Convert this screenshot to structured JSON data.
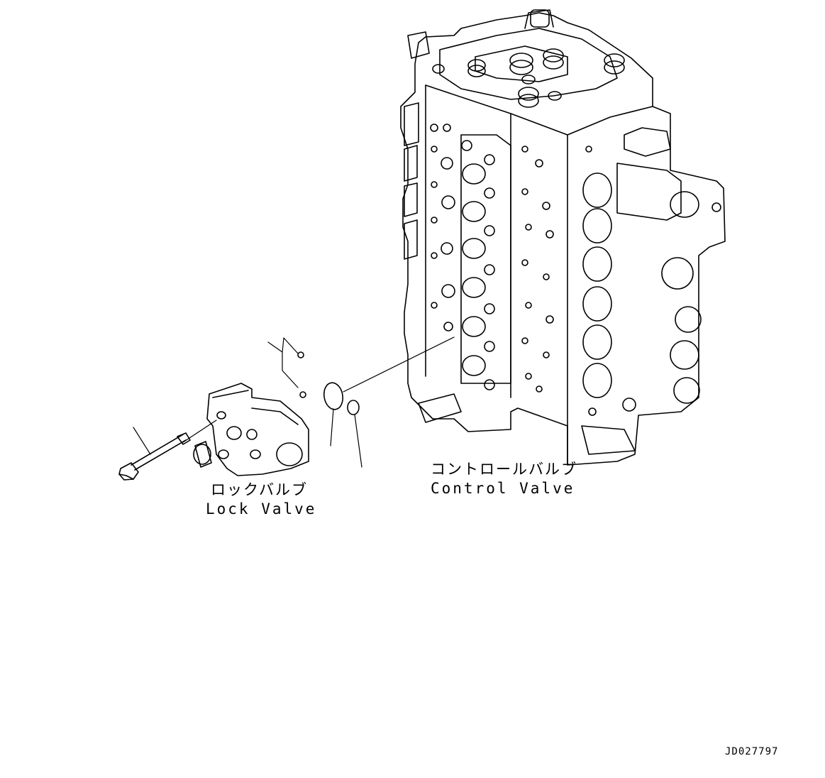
{
  "labels": {
    "lock_valve_jp": "ロックバルブ",
    "lock_valve_en": "Lock Valve",
    "control_valve_jp": "コントロールバルブ",
    "control_valve_en": "Control Valve"
  },
  "drawing_code": "JD027797",
  "colors": {
    "line": "#000000",
    "background": "#ffffff"
  }
}
